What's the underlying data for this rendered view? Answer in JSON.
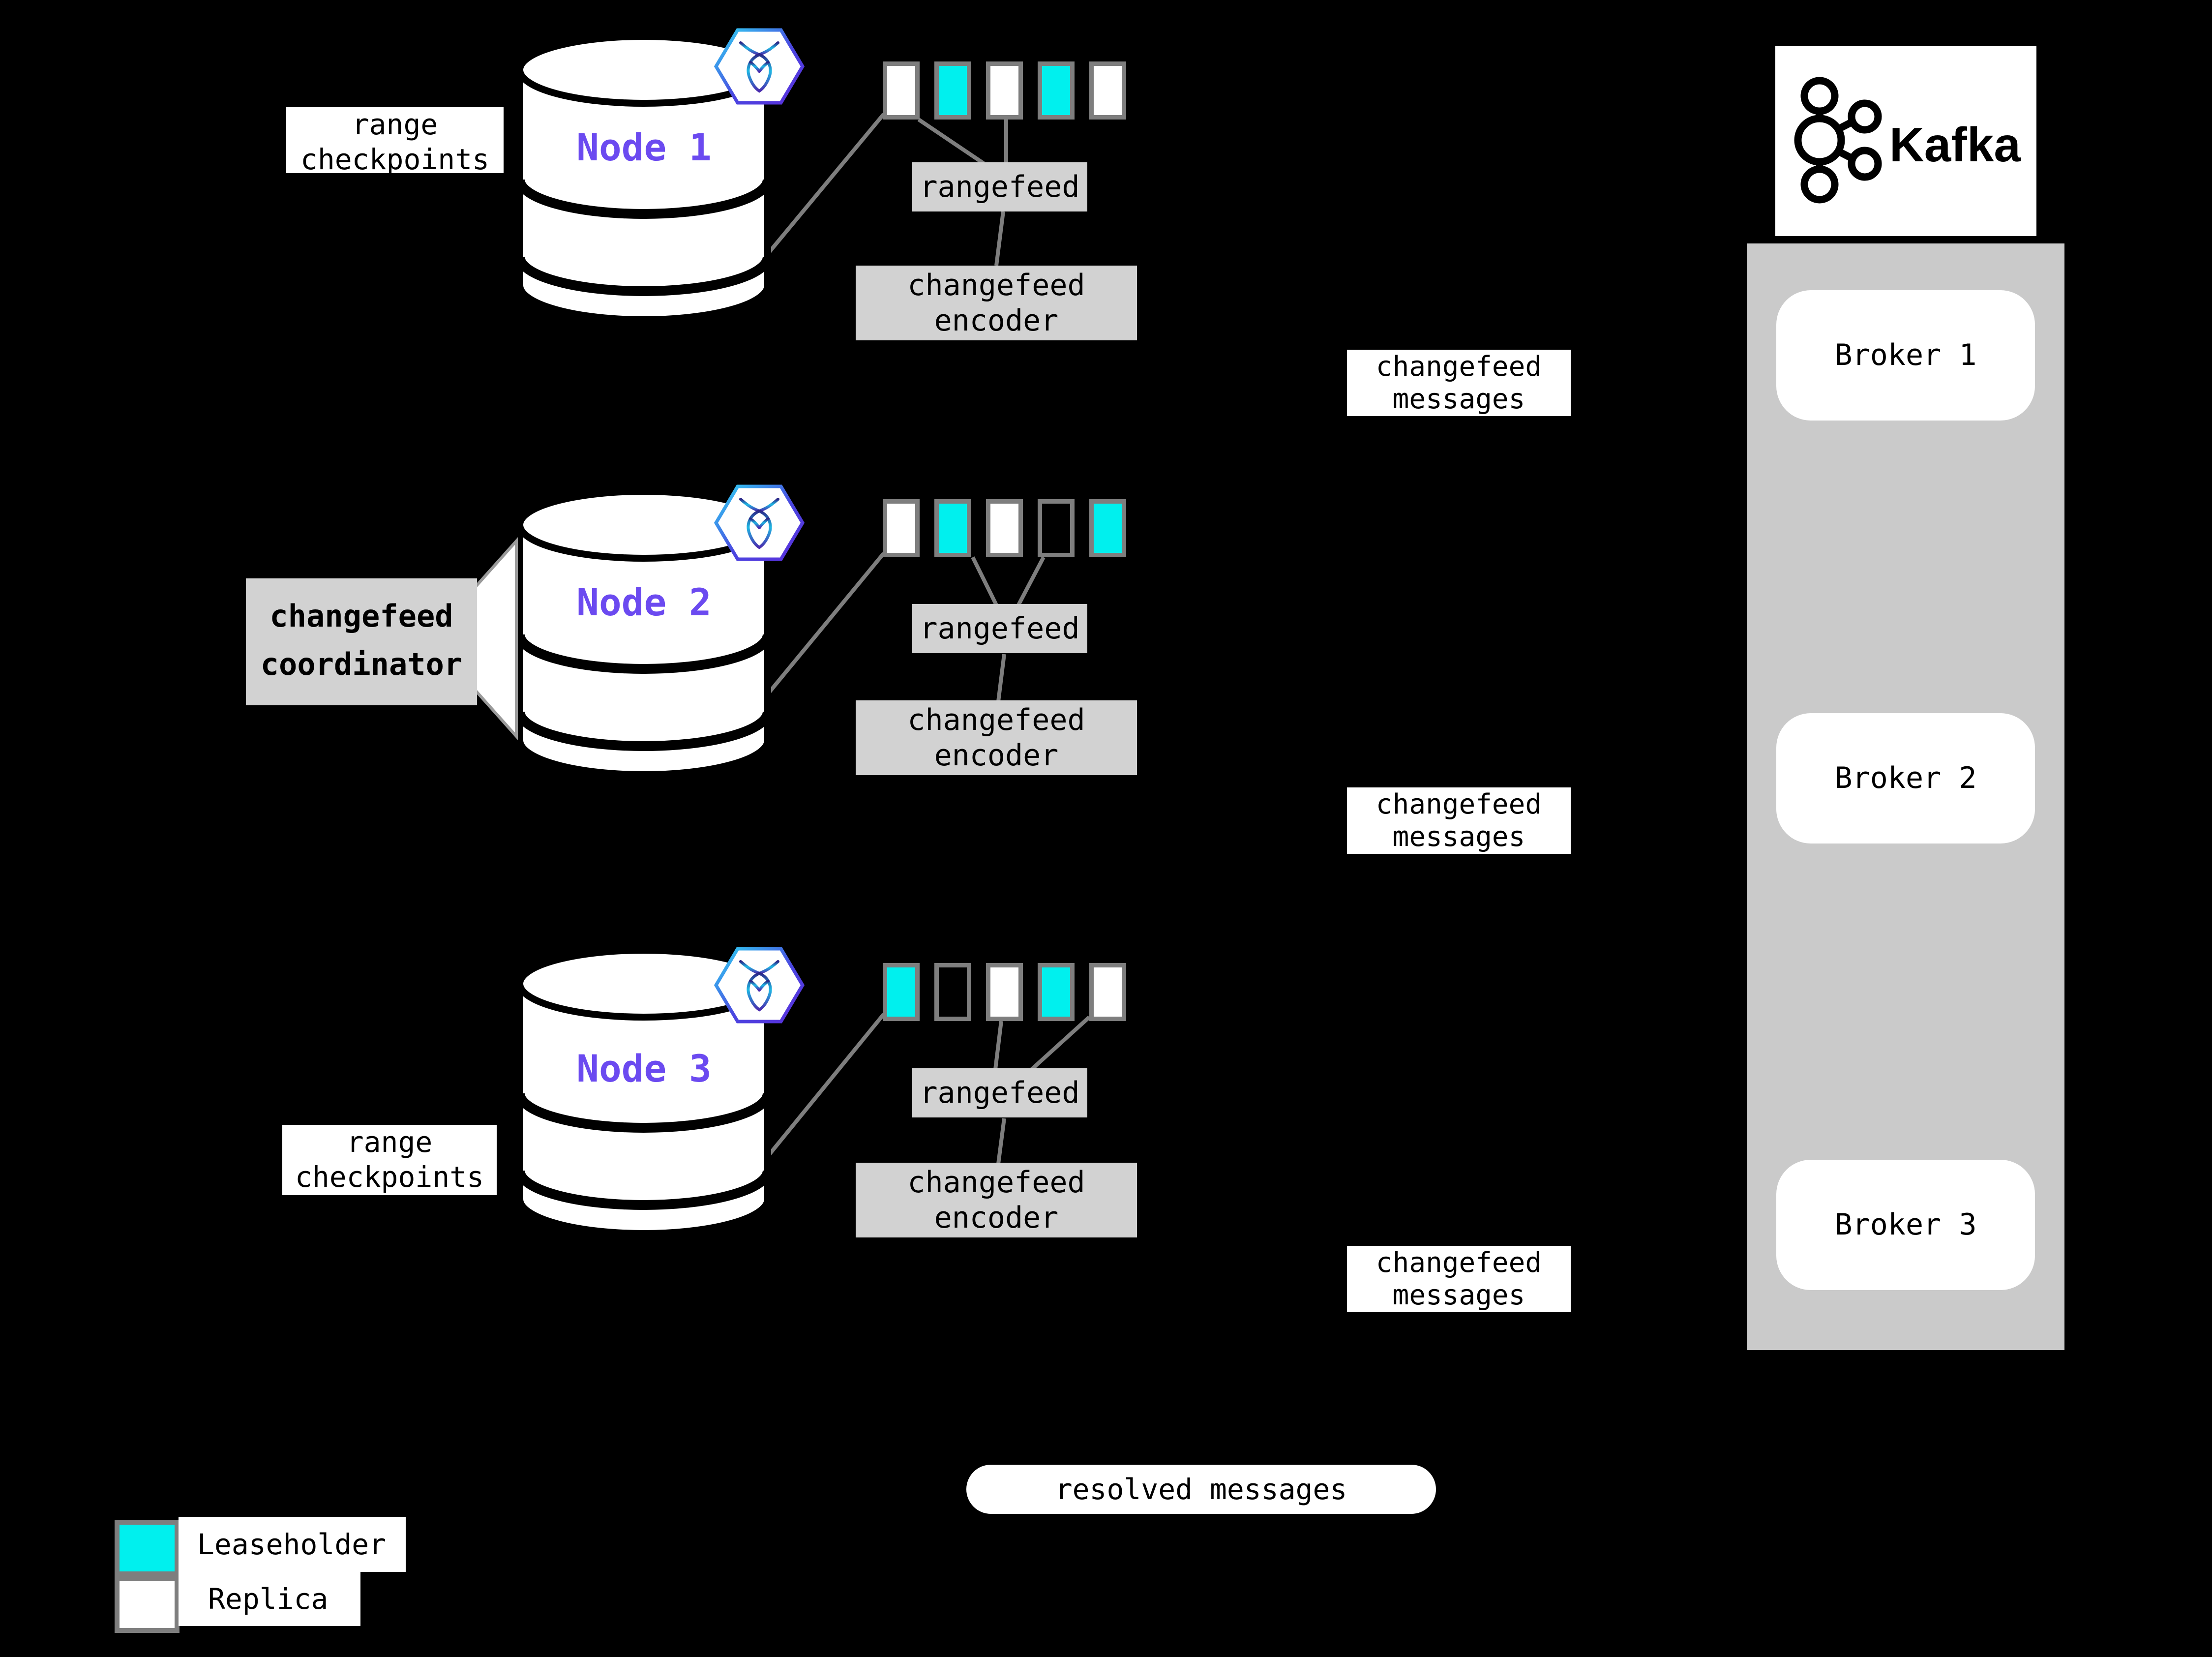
{
  "colors": {
    "background": "#000000",
    "leaseholder_teal": "#00F0EE",
    "box_gray": "#D2D2D2",
    "kafka_panel_gray": "#CACACA",
    "connector_gray": "#7E7E7E",
    "node_name_purple": "#6B4AF0",
    "white": "#FFFFFF",
    "black": "#000000"
  },
  "labels": {
    "range_checkpoints": "range checkpoints",
    "rangefeed": "rangefeed",
    "changefeed_encoder": "changefeed encoder",
    "changefeed_messages": "changefeed messages",
    "changefeed_coordinator": "changefeed coordinator",
    "resolved_messages": "resolved messages"
  },
  "nodes": [
    {
      "name": "Node 1",
      "ranges": [
        "replica",
        "leaseholder",
        "replica",
        "leaseholder",
        "replica"
      ]
    },
    {
      "name": "Node 2",
      "ranges": [
        "replica",
        "leaseholder",
        "replica",
        "empty",
        "leaseholder"
      ]
    },
    {
      "name": "Node 3",
      "ranges": [
        "leaseholder",
        "empty",
        "replica",
        "leaseholder",
        "replica"
      ]
    }
  ],
  "kafka": {
    "brand": "Kafka",
    "brokers": [
      {
        "label": "Broker 1"
      },
      {
        "label": "Broker 2"
      },
      {
        "label": "Broker 3"
      }
    ]
  },
  "legend": {
    "leaseholder": "Leaseholder",
    "replica": "Replica"
  }
}
